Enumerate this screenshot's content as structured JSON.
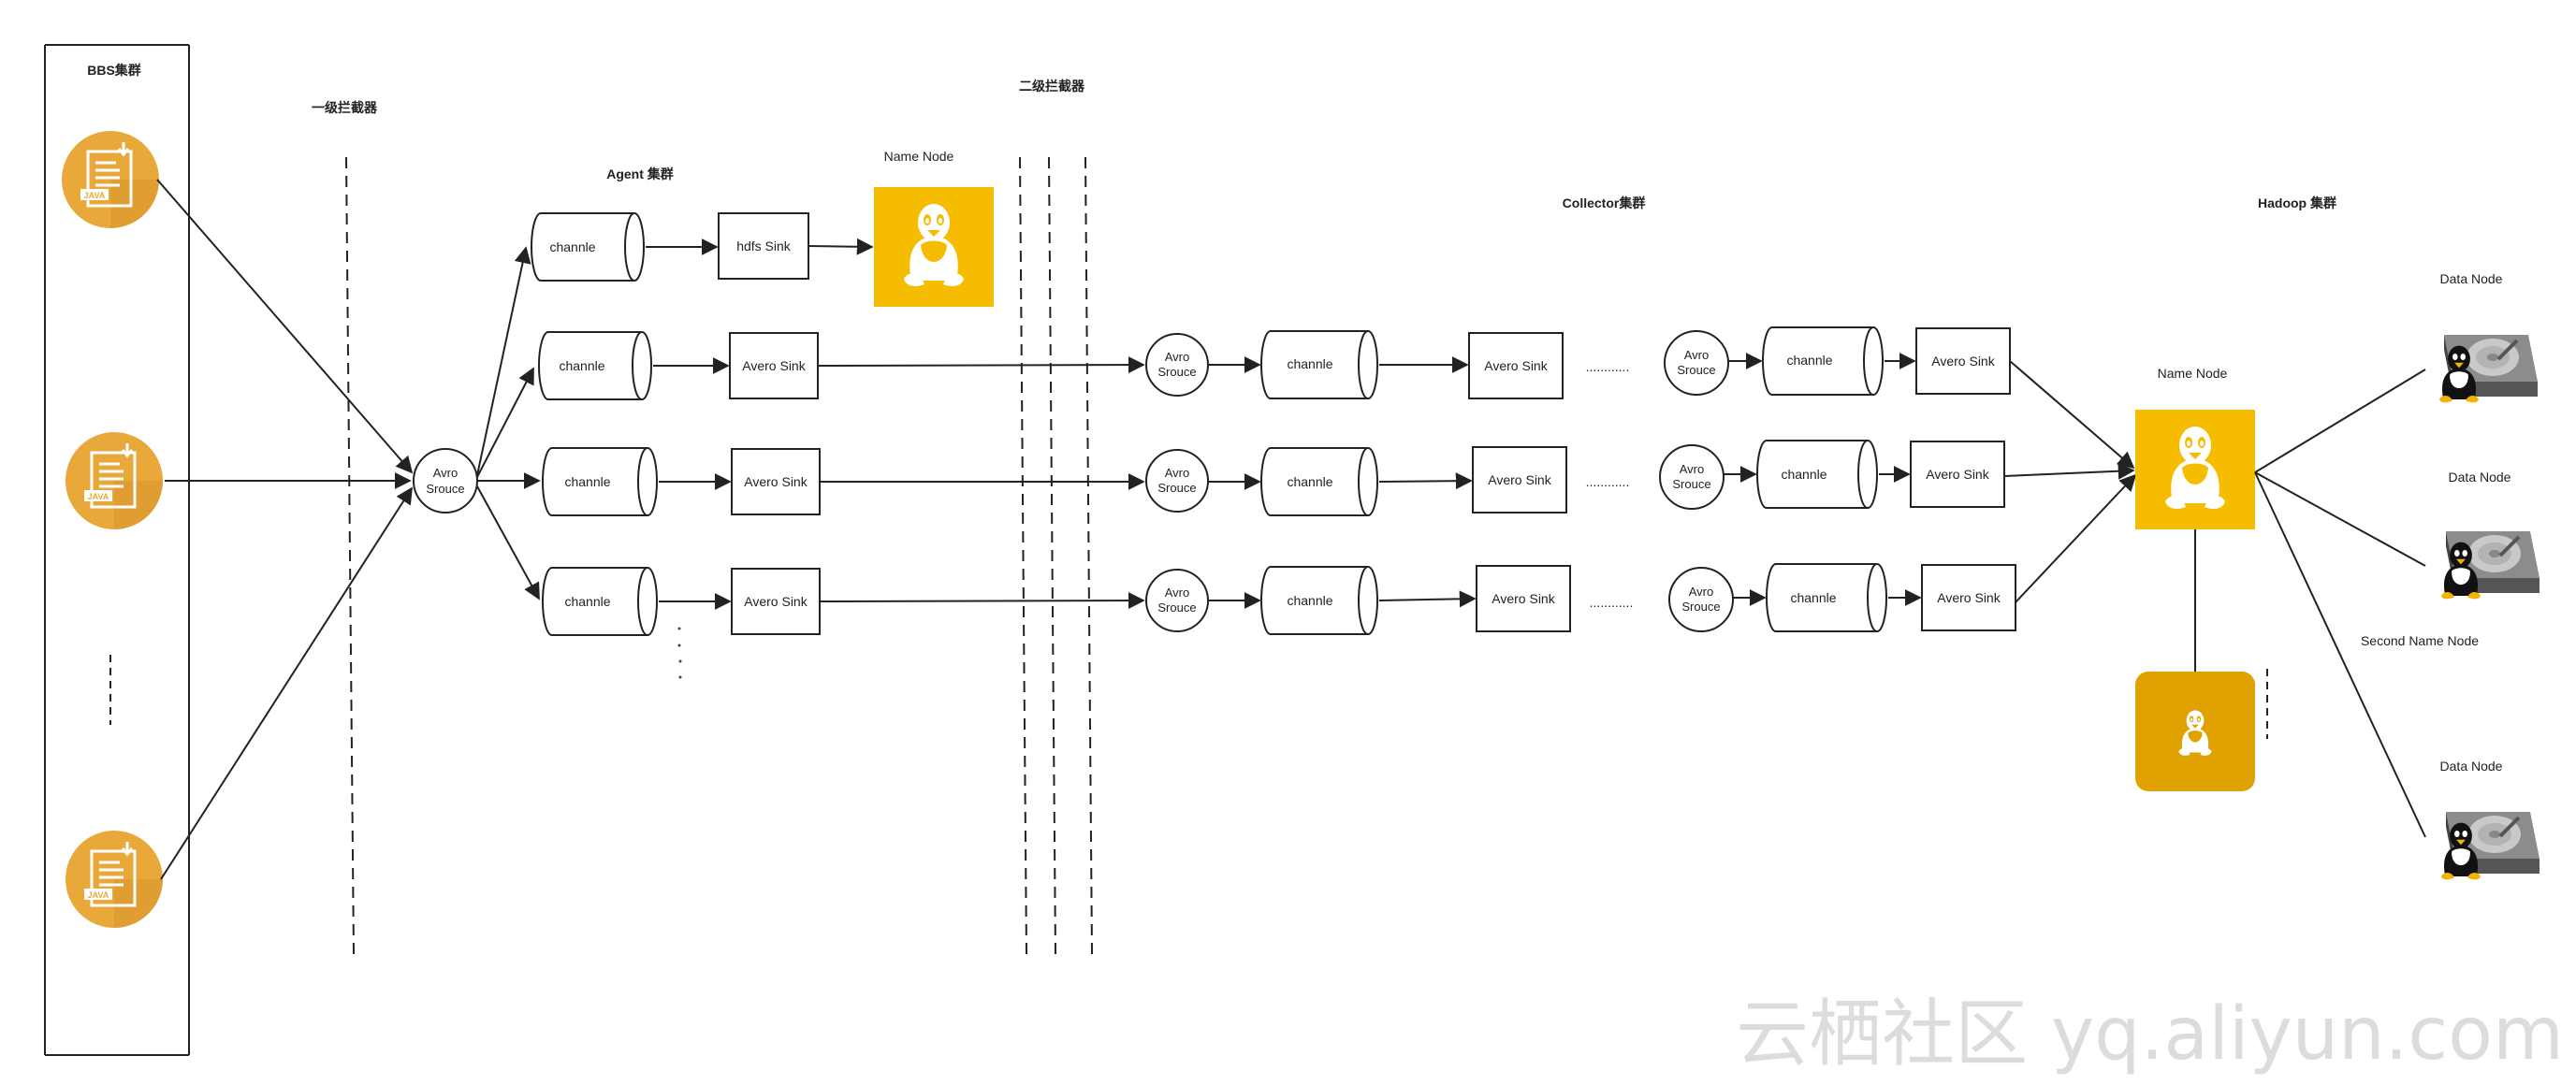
{
  "labels": {
    "bbs_cluster": "BBS集群",
    "level1_interceptor": "一级拦截器",
    "level2_interceptor": "二级拦截器",
    "agent_cluster": "Agent 集群",
    "collector_cluster": "Collector集群",
    "hadoop_cluster": "Hadoop 集群",
    "name_node_top": "Name Node",
    "name_node_hadoop": "Name Node",
    "second_name_node": "Second Name Node",
    "data_node": "Data Node"
  },
  "components": {
    "channel": "channle",
    "hdfs_sink": "hdfs Sink",
    "avero_sink": "Avero Sink",
    "avro_source_line1": "Avro",
    "avro_source_line2": "Srouce",
    "ellipsis": "............"
  },
  "watermark": "云栖社区 yq.aliyun.com",
  "icons": {
    "java_file": "java-file-icon",
    "linux": "linux-penguin-icon",
    "hard_drive": "hard-drive-icon"
  },
  "colors": {
    "java_circle": "#E8A93A",
    "name_node_bg": "#F5BC00",
    "second_name_node_bg": "#E0A200",
    "stroke": "#222222"
  }
}
